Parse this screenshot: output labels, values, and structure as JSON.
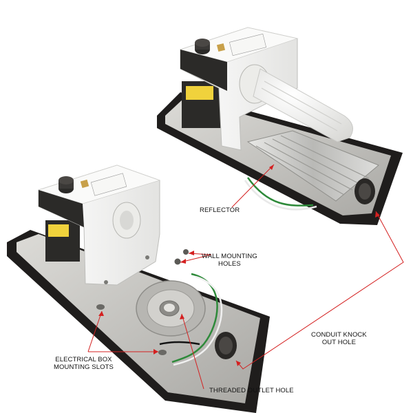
{
  "labels": {
    "reflector": "REFLECTOR",
    "wall_mounting": {
      "line1": "WALL MOUNTING",
      "line2": "HOLES"
    },
    "conduit": {
      "line1": "CONDUIT KNOCK",
      "line2": "OUT HOLE"
    },
    "electrical_box": {
      "line1": "ELECTRICAL BOX",
      "line2": "MOUNTING SLOTS"
    },
    "threaded_outlet": "THREADED OUTLET HOLE"
  },
  "colors": {
    "callout_line": "#d42020",
    "housing_dark": "#1f1d1c",
    "housing_metal": "#c9c8c4",
    "bracket_white": "#f2f2f0"
  }
}
